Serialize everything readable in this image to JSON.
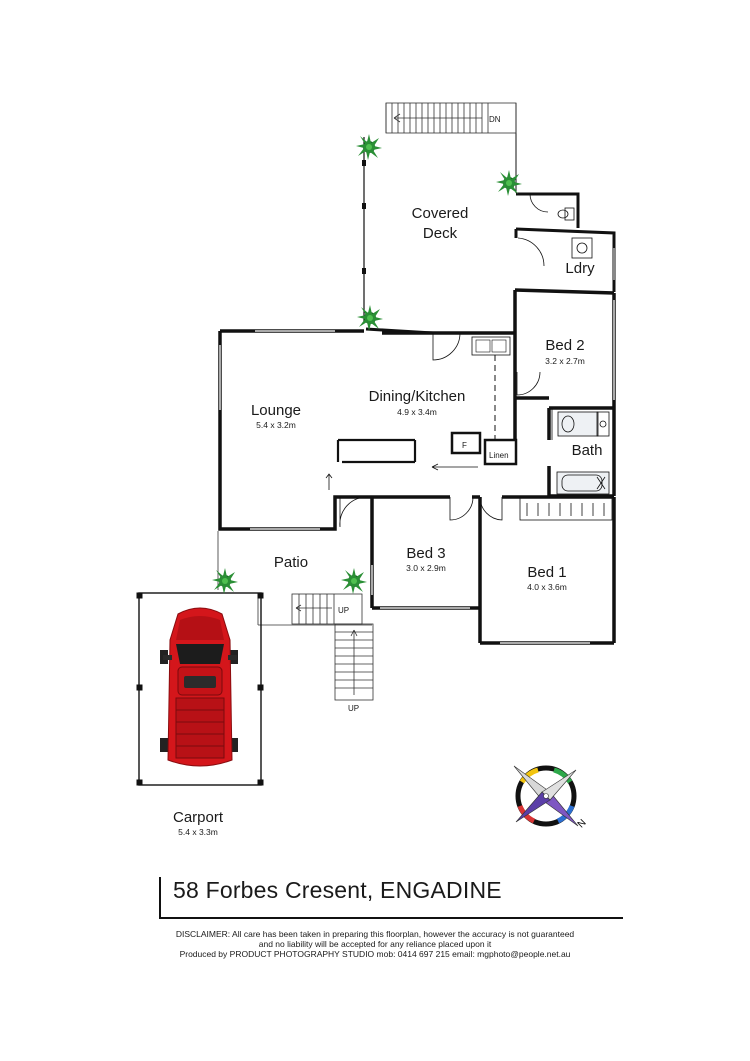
{
  "rooms": {
    "covered_deck": {
      "name_line1": "Covered",
      "name_line2": "Deck"
    },
    "ldry": {
      "name": "Ldry"
    },
    "bed2": {
      "name": "Bed 2",
      "dims": "3.2 x  2.7m"
    },
    "lounge": {
      "name": "Lounge",
      "dims": "5.4 x 3.2m"
    },
    "dining_kitchen": {
      "name": "Dining/Kitchen",
      "dims": "4.9 x 3.4m"
    },
    "bath": {
      "name": "Bath"
    },
    "linen": {
      "name": "Linen"
    },
    "fridge": {
      "label": "F"
    },
    "patio": {
      "name": "Patio"
    },
    "bed3": {
      "name": "Bed 3",
      "dims": "3.0 x 2.9m"
    },
    "bed1": {
      "name": "Bed 1",
      "dims": "4.0 x 3.6m"
    },
    "carport": {
      "name": "Carport",
      "dims": "5.4 x 3.3m"
    }
  },
  "stairs": {
    "deck_label": "DN",
    "patio_label": "UP",
    "front_label": "UP"
  },
  "compass": {
    "north_label": "N"
  },
  "title": "58 Forbes Cresent, ENGADINE",
  "disclaimer": {
    "line1": "DISCLAIMER: All care has been taken in preparing this floorplan, however the accuracy is not guaranteed",
    "line2": "and no liability will be accepted for any reliance placed upon it",
    "line3": "Produced by PRODUCT PHOTOGRAPHY STUDIO mob: 0414 697 215 email: mgphoto@people.net.au"
  },
  "colors": {
    "wall": "#111111",
    "car": "#d4161b",
    "plant": "#1e7a2c",
    "background": "#ffffff"
  }
}
